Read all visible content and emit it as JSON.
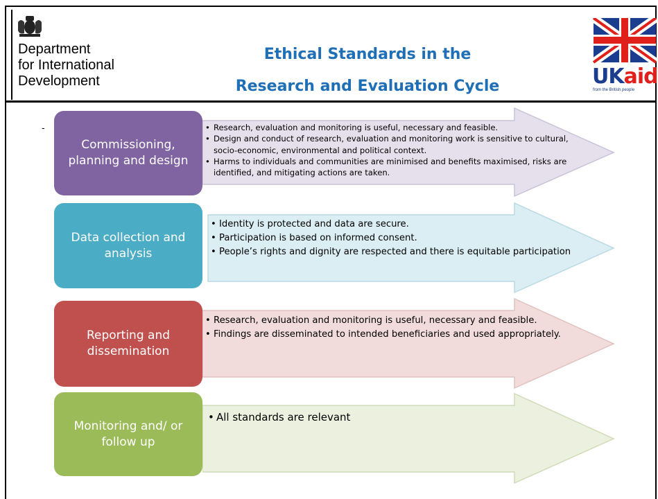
{
  "header": {
    "department_lines": [
      "Department",
      "for International",
      "Development"
    ],
    "title_line1": "Ethical Standards in the",
    "title_line2": "Research and Evaluation Cycle",
    "logo": {
      "uk": "UK",
      "aid": "aid",
      "tagline": "from the British people"
    },
    "marker": "-"
  },
  "stages": [
    {
      "name": "Commissioning, planning and design",
      "color": "#8064a2",
      "arrow_fill": "#e6e0ec",
      "bullets": [
        "Research, evaluation and monitoring is useful, necessary and feasible.",
        "Design and conduct of research, evaluation and monitoring work is sensitive to cultural, socio-economic, environmental and political context.",
        "Harms to individuals and communities are minimised and benefits maximised, risks are identified, and mitigating actions are taken."
      ]
    },
    {
      "name": "Data collection and analysis",
      "color": "#4bacc6",
      "arrow_fill": "#dbeef4",
      "bullets": [
        "Identity is protected and data are secure.",
        "Participation is based on informed consent.",
        "People’s rights and dignity are respected and there is equitable participation"
      ]
    },
    {
      "name": "Reporting and dissemination",
      "color": "#c0504d",
      "arrow_fill": "#f2dcdb",
      "bullets": [
        "Research, evaluation and monitoring is useful, necessary and feasible.",
        "Findings are disseminated to intended beneficiaries and used appropriately."
      ]
    },
    {
      "name": "Monitoring  and/ or follow up",
      "color": "#9bbb59",
      "arrow_fill": "#ebf1de",
      "bullets": [
        "All standards are relevant"
      ]
    }
  ]
}
